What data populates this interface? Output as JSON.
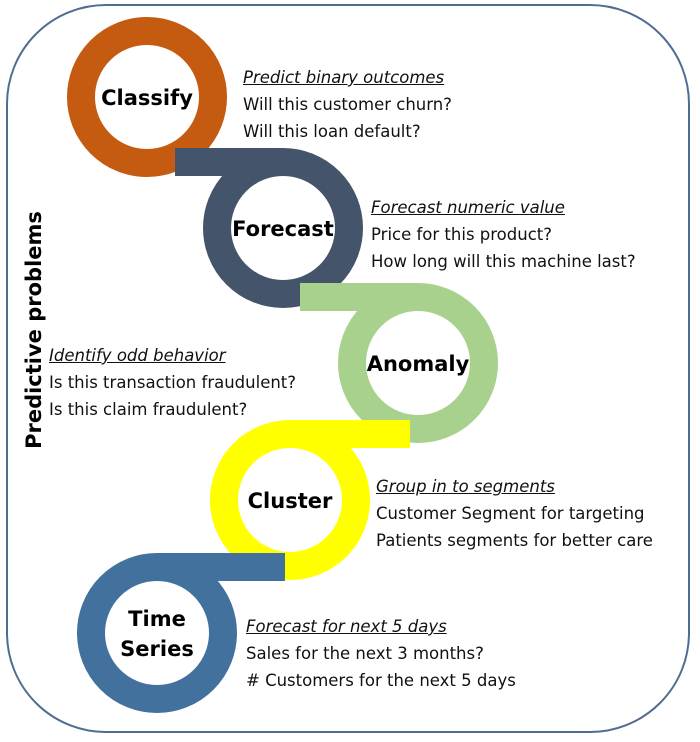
{
  "side_title": "Predictive problems",
  "steps": [
    {
      "label_lines": [
        "Classify"
      ],
      "color": "#C55A11",
      "heading": "Predict binary outcomes",
      "examples": [
        "Will this customer churn?",
        "Will this loan default?"
      ]
    },
    {
      "label_lines": [
        "Forecast"
      ],
      "color": "#44546A",
      "heading": "Forecast numeric value",
      "examples": [
        "Price for this product?",
        "How long will this machine last?"
      ]
    },
    {
      "label_lines": [
        "Anomaly"
      ],
      "color": "#A9D18E",
      "heading": "Identify odd behavior",
      "examples": [
        "Is this transaction fraudulent?",
        "Is this claim fraudulent?"
      ]
    },
    {
      "label_lines": [
        "Cluster"
      ],
      "color": "#FFFF00",
      "heading": "Group in to segments",
      "examples": [
        "Customer Segment for targeting",
        "Patients segments for better care"
      ]
    },
    {
      "label_lines": [
        "Time",
        "Series"
      ],
      "color": "#41719C",
      "heading": "Forecast for next 5 days",
      "examples": [
        "Sales for the next 3 months?",
        "# Customers for the next 5 days"
      ]
    }
  ]
}
